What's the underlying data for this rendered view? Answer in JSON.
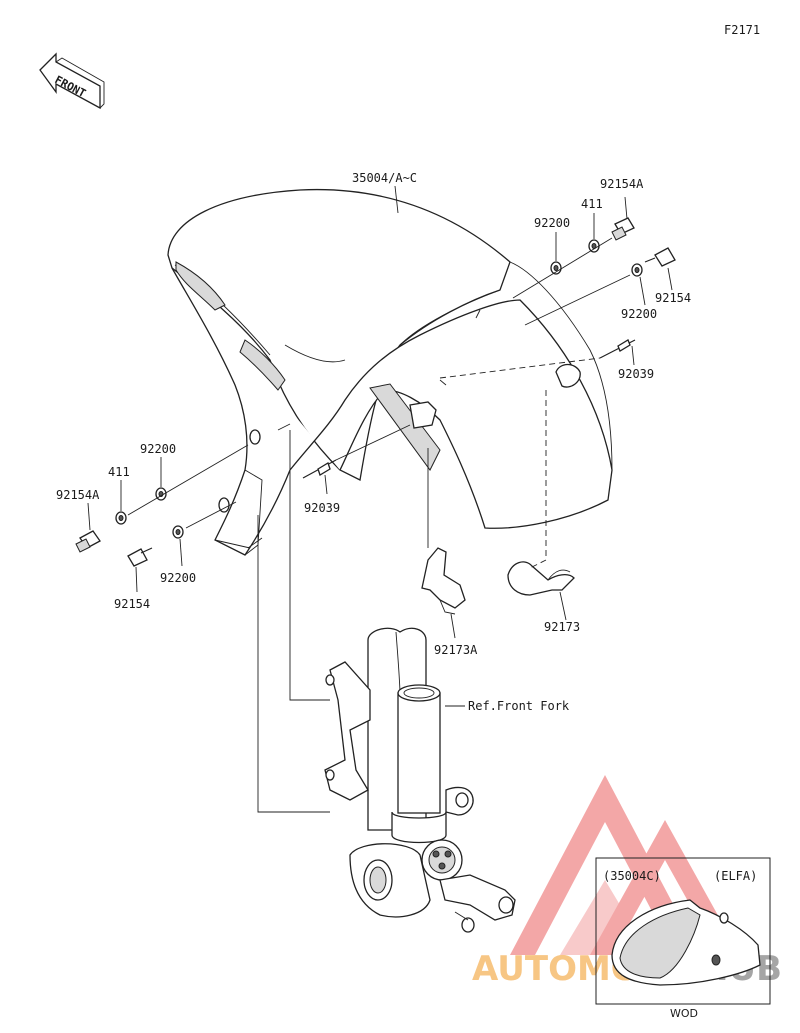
{
  "figure_code": "F2171",
  "front_label": "FRONT",
  "ref_label": "Ref.Front Fork",
  "callouts": {
    "fender": "35004/A~C",
    "bolt_a_right": "92154A",
    "collar_right": "411",
    "washer_right_top": "92200",
    "bolt_right": "92154",
    "washer_right_bottom": "92200",
    "clip_right": "92039",
    "washer_left_top": "92200",
    "collar_left": "411",
    "bolt_a_left": "92154A",
    "clip_center": "92039",
    "bolt_left": "92154",
    "washer_left_bottom": "92200",
    "clamp_center": "92173A",
    "clamp_right": "92173"
  },
  "inset": {
    "part_label": "(35004C)",
    "color_label": "(ELFA)",
    "variant_label": "WOD"
  },
  "watermark": {
    "part1": "AUTOMOTO",
    "part2": "HUB",
    "color_main": "#f08a8a",
    "color_accent": "#f5b35c"
  }
}
